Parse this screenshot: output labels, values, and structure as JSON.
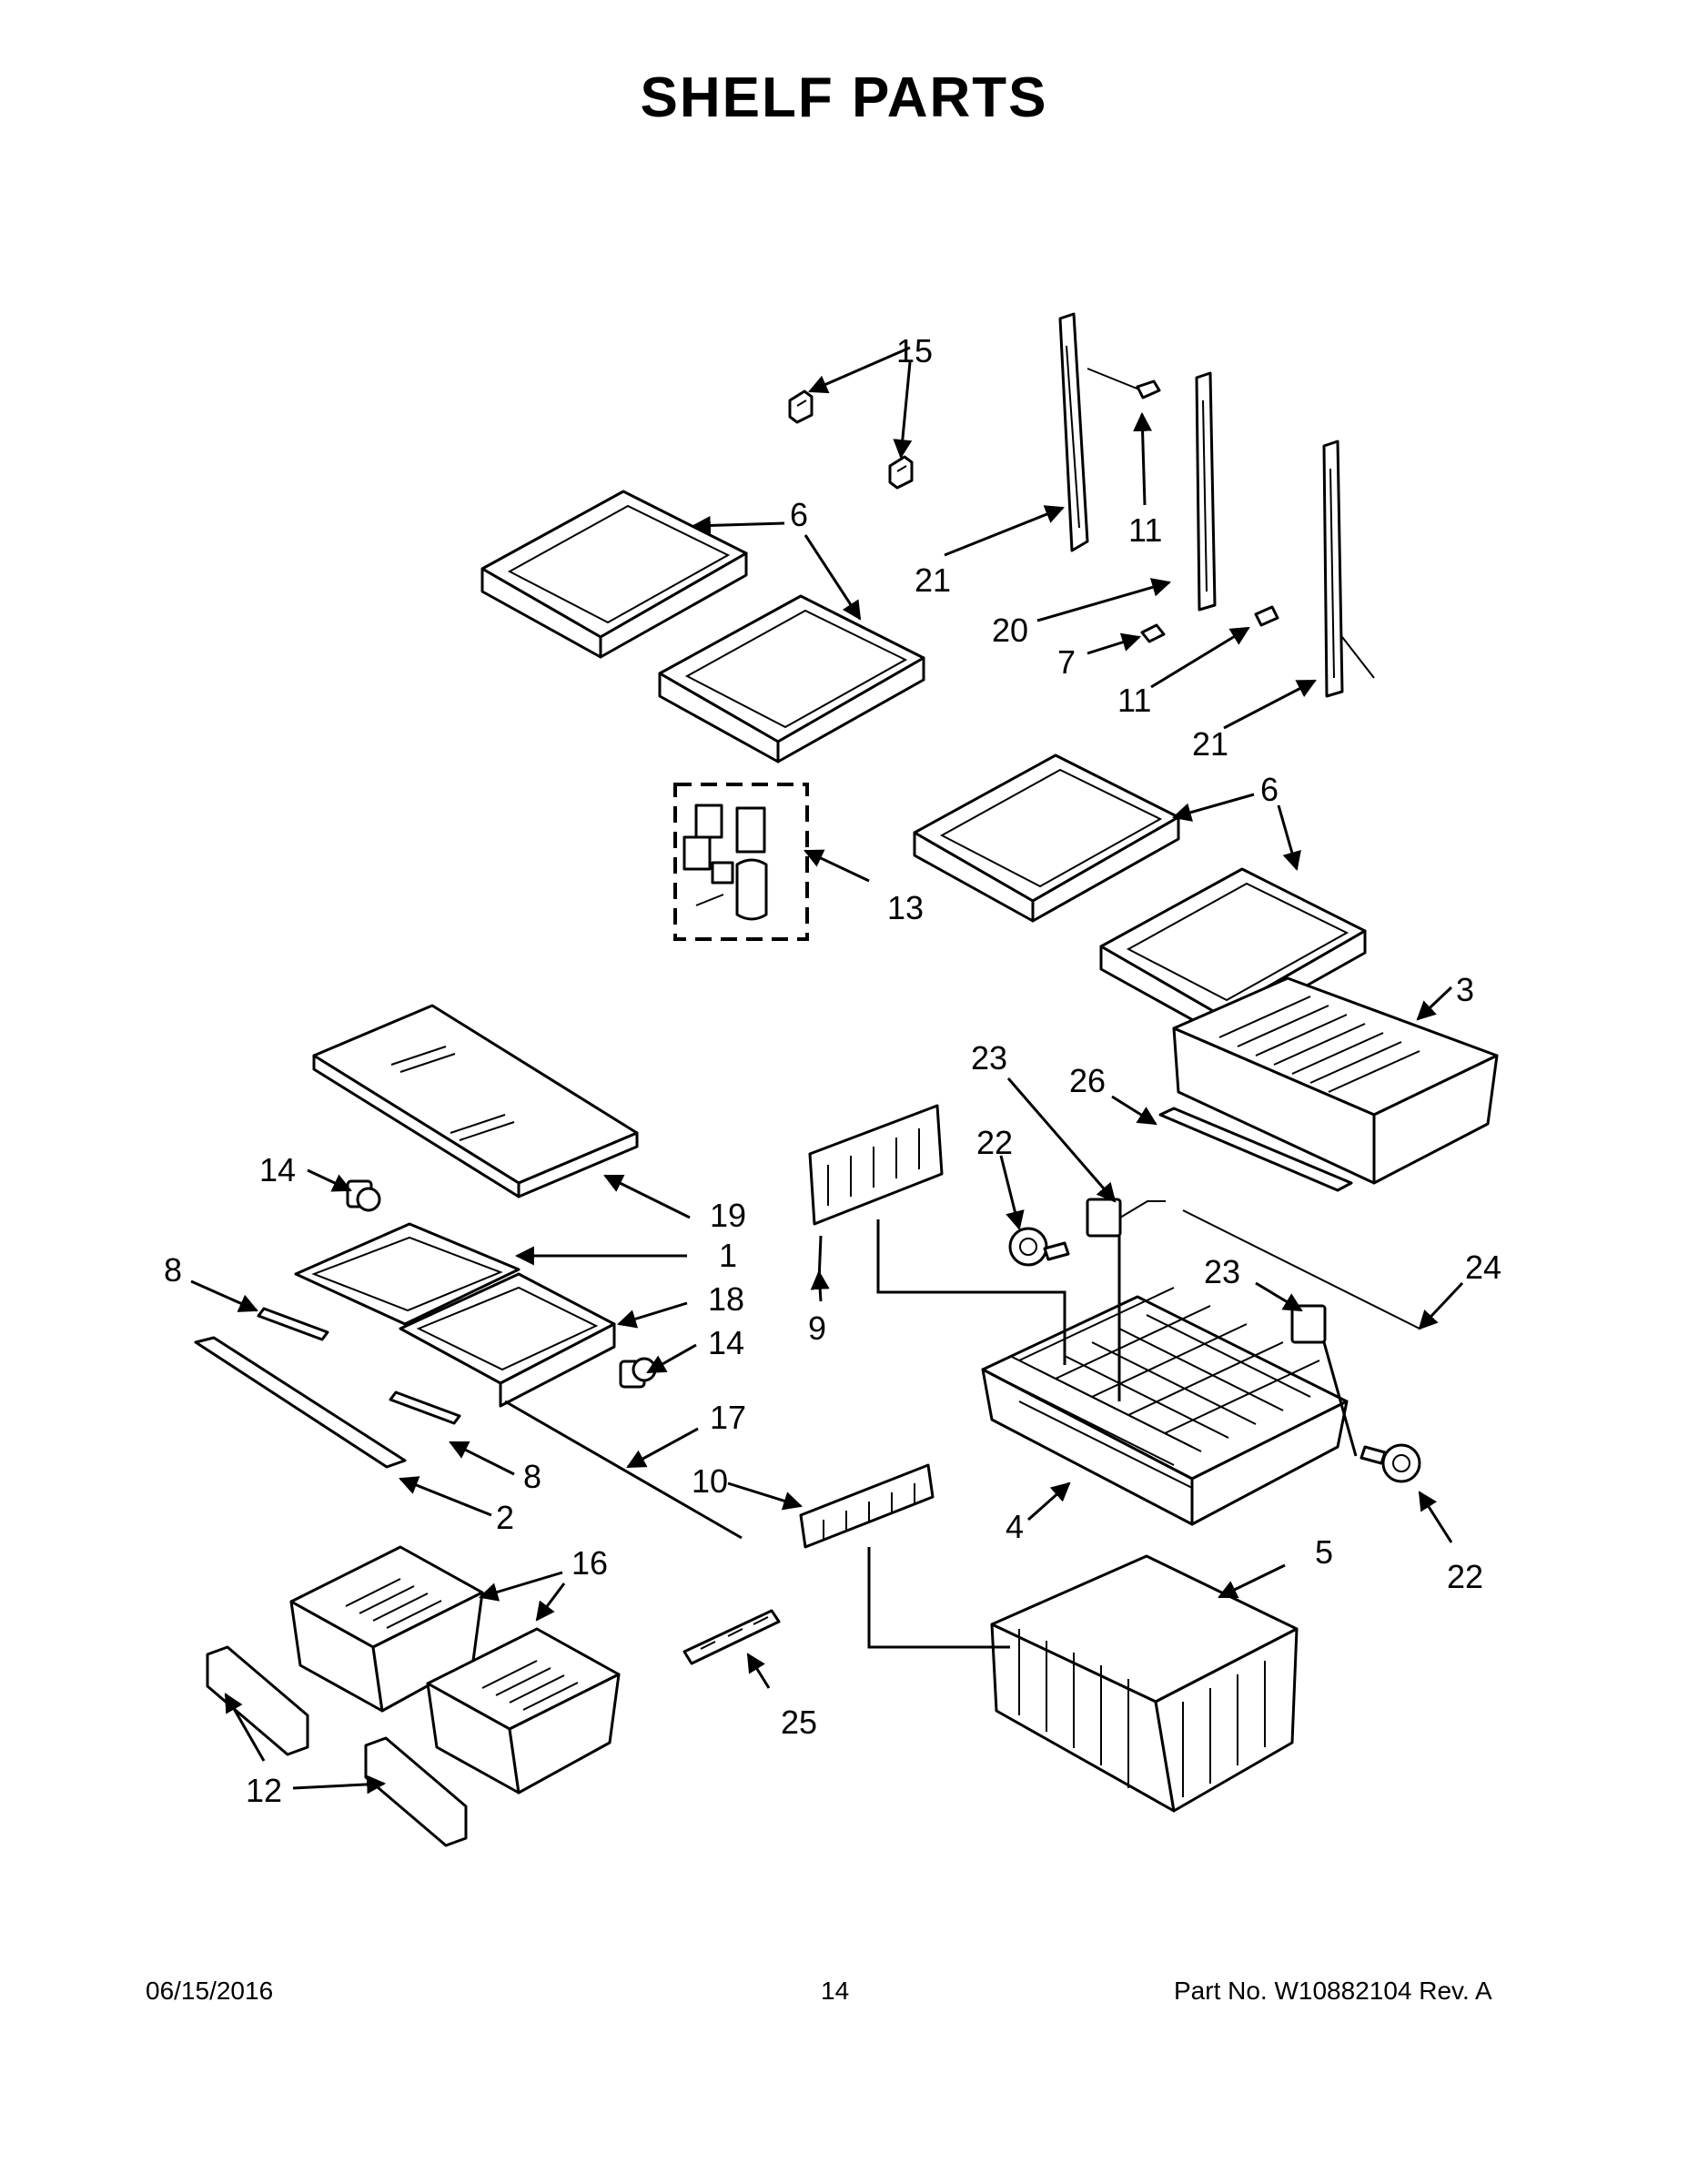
{
  "title": "SHELF PARTS",
  "callouts": {
    "c1": "1",
    "c2": "2",
    "c3": "3",
    "c4": "4",
    "c5": "5",
    "c6": "6",
    "c7": "7",
    "c8": "8",
    "c9": "9",
    "c10": "10",
    "c11": "11",
    "c12": "12",
    "c13": "13",
    "c14": "14",
    "c15": "15",
    "c16": "16",
    "c17": "17",
    "c18": "18",
    "c19": "19",
    "c20": "20",
    "c21": "21",
    "c22": "22",
    "c23": "23",
    "c24": "24",
    "c25": "25",
    "c26": "26"
  },
  "footer": {
    "date": "06/15/2016",
    "page": "14",
    "part_no": "Part No.  W10882104  Rev.  A"
  }
}
